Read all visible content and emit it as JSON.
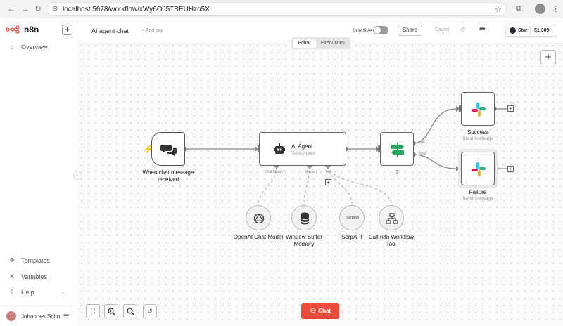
{
  "browser": {
    "url": "localhost:5678/workflow/xWy6OJ5TBEUHzo5X",
    "icons": [
      "back-arrow-icon",
      "forward-arrow-icon",
      "reload-icon",
      "site-info-icon",
      "bookmark-star-icon",
      "extensions-icon",
      "profile-avatar",
      "browser-menu-icon"
    ]
  },
  "sidebar": {
    "logo": "n8n",
    "nav": [
      {
        "label": "Overview",
        "icon": "home-icon"
      }
    ],
    "bottom": [
      {
        "label": "Templates",
        "icon": "templates-icon"
      },
      {
        "label": "Variables",
        "icon": "variables-icon"
      },
      {
        "label": "Help",
        "icon": "help-icon"
      }
    ],
    "user": "Johannes Schn..."
  },
  "header": {
    "title": "AI agent chat",
    "add_tag": "+ Add tag",
    "status": "Inactive",
    "share": "Share",
    "saved": "Saved",
    "github_star": "Star",
    "github_count": "51,309"
  },
  "tabs": {
    "editor": "Editor",
    "executions": "Executions"
  },
  "nodes": {
    "trigger": {
      "label": "When chat message received"
    },
    "agent": {
      "title": "AI Agent",
      "subtitle": "Tools Agent",
      "port_chat_model": "Chat Model *",
      "port_memory": "Memory",
      "port_tool": "Tool"
    },
    "if": {
      "label": "If",
      "port_true": "true",
      "port_false": "false"
    },
    "success": {
      "label": "Success",
      "subtitle": "Send message"
    },
    "failure": {
      "label": "Failure",
      "subtitle": "Send message"
    },
    "openai": {
      "label": "OpenAI Chat Model"
    },
    "memory": {
      "label": "Window Buffer Memory"
    },
    "serpapi": {
      "label": "SerpAPI",
      "icon_text": "SerpApi"
    },
    "workflow_tool": {
      "label": "Call n8n Workflow Tool"
    }
  },
  "bottom": {
    "chat": "Chat"
  },
  "colors": {
    "brand": "#ea4b3b",
    "if_green": "#27a35f",
    "wire": "#888888"
  }
}
